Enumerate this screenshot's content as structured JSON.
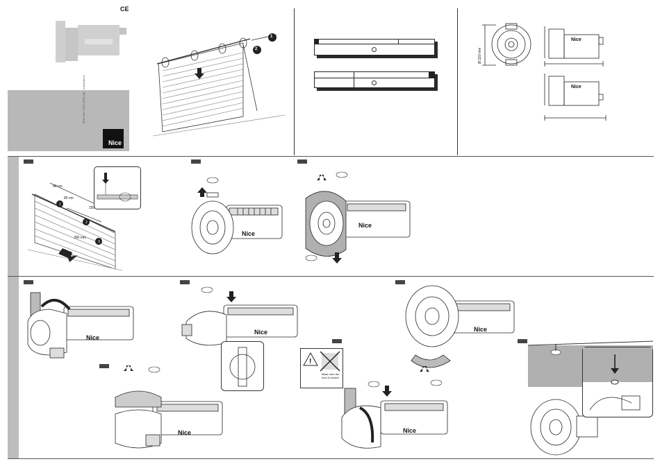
{
  "cover": {
    "ce_mark": "CE",
    "brand": "Nice",
    "vertical_text": "RH1-24H / RH1 (RH1-24) - Instructions"
  },
  "header": {
    "callout_1": "1",
    "callout_2": "2",
    "diameter_label": "Ø 220 mm"
  },
  "steps": [
    {
      "id": "step-1",
      "callouts": [
        "1",
        "2",
        "3"
      ],
      "dim_labels": [
        "40 cm",
        "80 cm",
        "150 mm",
        "300 mm"
      ]
    },
    {
      "id": "step-2"
    },
    {
      "id": "step-3"
    },
    {
      "id": "step-4"
    },
    {
      "id": "step-5"
    },
    {
      "id": "step-6"
    },
    {
      "id": "step-7",
      "warning_text": "Make sure the door is locked"
    },
    {
      "id": "step-8"
    }
  ],
  "motor_brand": "Nice",
  "colors": {
    "panel_grey": "#b8b8b8",
    "logo_black": "#111111",
    "line": "#222222",
    "sidebar": "#bdbdbd"
  }
}
